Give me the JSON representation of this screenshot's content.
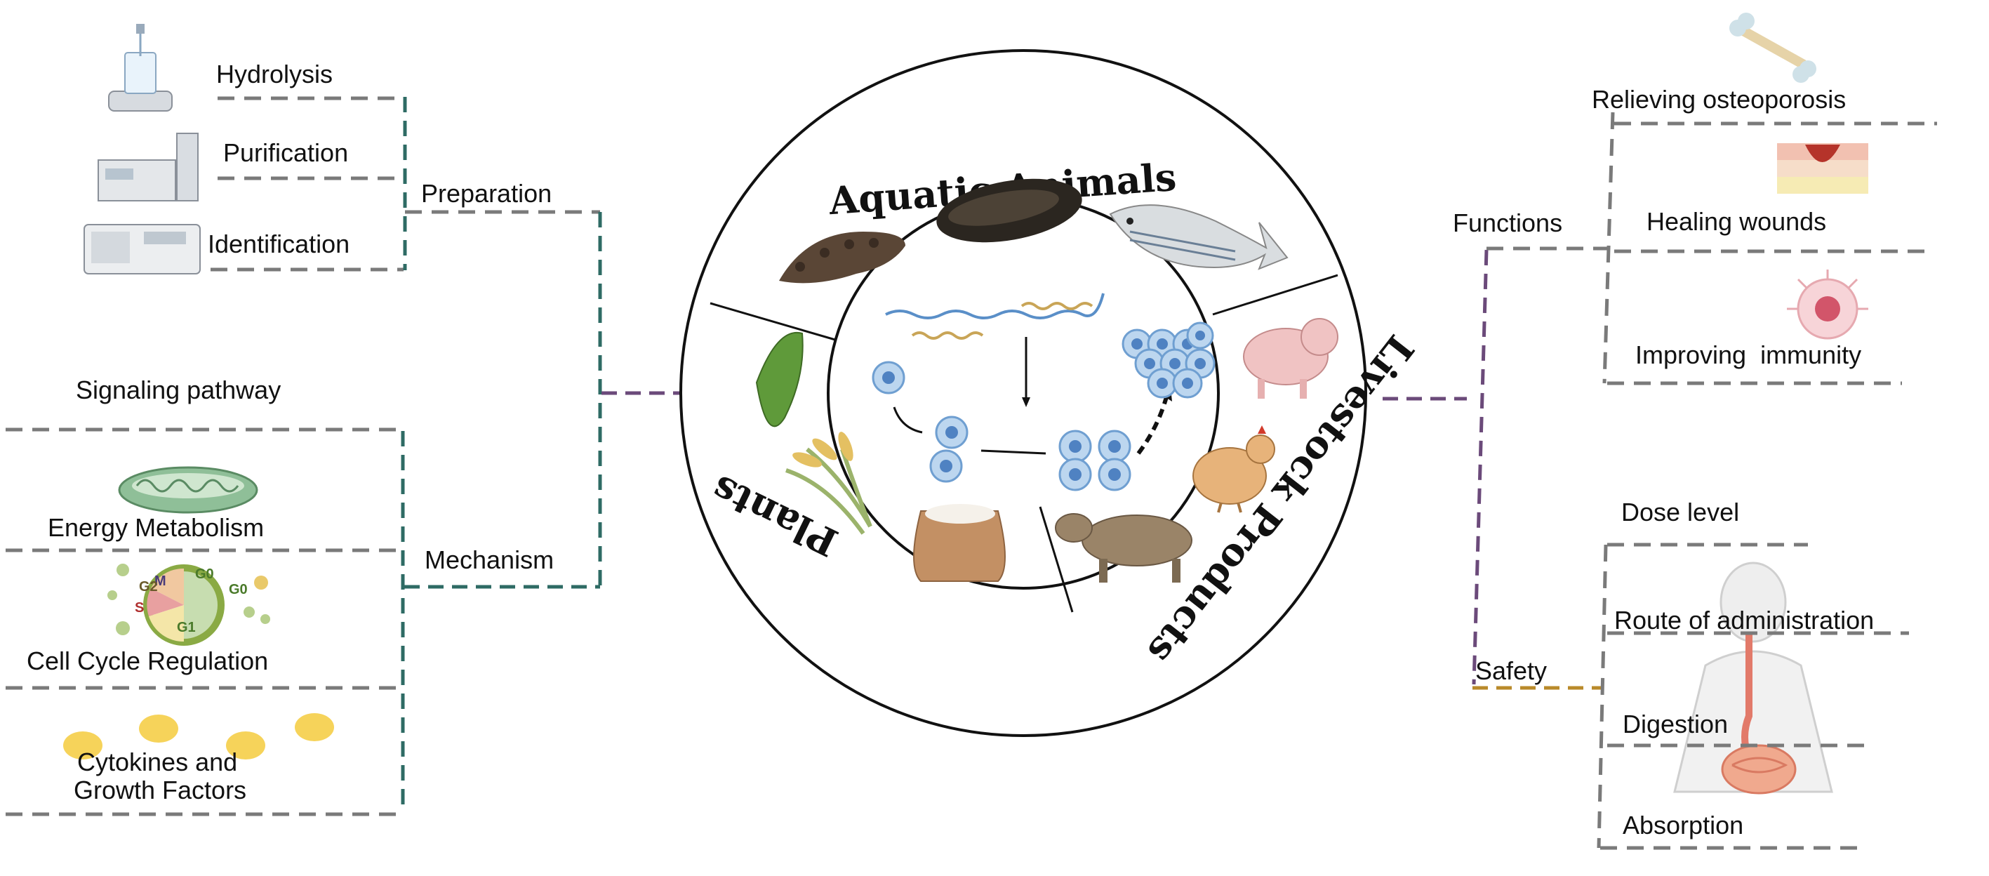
{
  "left": {
    "preparation": {
      "label": "Preparation",
      "items": [
        "Hydrolysis",
        "Purification",
        "Identification"
      ],
      "icons": [
        "magnetic-stirrer-icon",
        "chromatography-instrument-icon",
        "mass-spectrometer-icon"
      ]
    },
    "mechanism": {
      "label": "Mechanism",
      "heading": "Signaling pathway",
      "items": [
        "Energy Metabolism",
        "Cell Cycle Regulation",
        "Cytokines and",
        "Growth Factors"
      ],
      "icons": [
        "mitochondrion-icon",
        "cell-cycle-icon",
        "growth-factor-dots-icon"
      ],
      "cell_cycle_phases": [
        "G0",
        "M",
        "G2",
        "G0",
        "S",
        "G1"
      ]
    }
  },
  "center": {
    "sections": [
      "Aquatic Animals",
      "Plants",
      "Livestock Products"
    ],
    "icons": [
      "sea-cucumber-icon",
      "mussel-icon",
      "fish-icon",
      "bean-pod-icon",
      "wheat-icon",
      "flour-sack-icon",
      "pig-icon",
      "chicken-icon",
      "cow-icon",
      "peptide-chain-icon",
      "cell-proliferation-icon"
    ]
  },
  "right": {
    "functions": {
      "label": "Functions",
      "items": [
        "Relieving osteoporosis",
        "Healing wounds",
        "Improving  immunity"
      ],
      "icons": [
        "bone-icon",
        "skin-wound-icon",
        "immune-cell-icon"
      ]
    },
    "safety": {
      "label": "Safety",
      "items": [
        "Dose level",
        "Route of administration",
        "Digestion",
        "Absorption"
      ],
      "icons": [
        "human-digestive-system-icon"
      ]
    }
  },
  "colors": {
    "teal_branch": "#2e6b64",
    "gray_branch": "#7a7a7a",
    "purple_branch": "#6b4a7a",
    "gold_branch": "#b98a2a",
    "cell_blue": "#9fc3e6"
  }
}
